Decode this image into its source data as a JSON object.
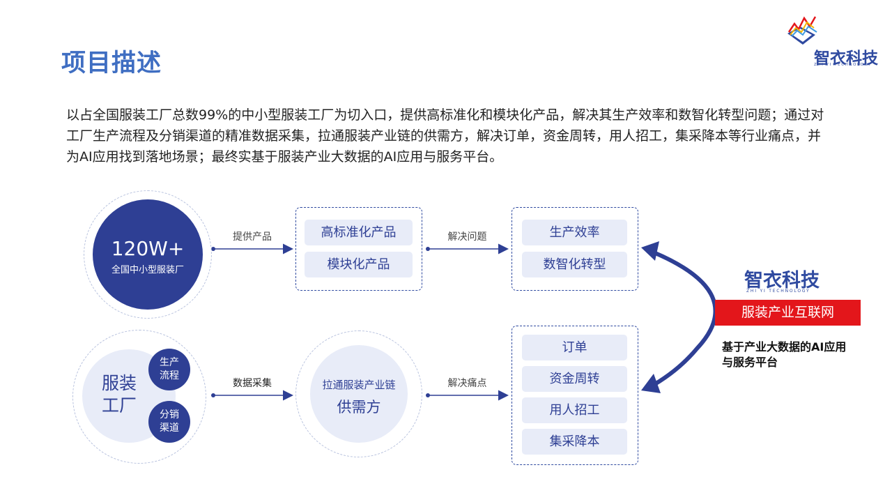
{
  "header": {
    "title": "项目描述",
    "logo_name": "智衣科技",
    "logo_sub": "ZHI YI TECHNOLOGY"
  },
  "intro": "以占全国服装工厂总数99%的中小型服装工厂为切入口，提供高标准化和模块化产品，解决其生产效率和数智化转型问题；通过对工厂生产流程及分销渠道的精准数据采集，拉通服装产业链的供需方，解决订单，资金周转，用人招工，集采降本等行业痛点，并为AI应用找到落地场景；最终实基于服装产业大数据的AI应用与服务平台。",
  "row1": {
    "circle_number": "120W+",
    "circle_caption": "全国中小型服装厂",
    "arrow1_label": "提供产品",
    "products": [
      "高标准化产品",
      "模块化产品"
    ],
    "arrow2_label": "解决问题",
    "problems": [
      "生产效率",
      "数智化转型"
    ]
  },
  "row2": {
    "factory_label_1": "服装",
    "factory_label_2": "工厂",
    "sub1_1": "生产",
    "sub1_2": "流程",
    "sub2_1": "分销",
    "sub2_2": "渠道",
    "arrow1_label": "数据采集",
    "chain_line1": "拉通服装产业链",
    "chain_line2": "供需方",
    "arrow2_label": "解决痛点",
    "pain_points": [
      "订单",
      "资金周转",
      "用人招工",
      "集采降本"
    ]
  },
  "brand": {
    "name": "智衣科技",
    "sub": "ZHI YI TECHNOLOGY",
    "red_label": "服装产业互联网",
    "desc_line1": "基于产业大数据的AI应用",
    "desc_line2": "与服务平台"
  },
  "colors": {
    "title_blue": "#3f6ec2",
    "navy": "#2e3f94",
    "light_fill": "#e8ecf8",
    "red": "#e3161b"
  }
}
